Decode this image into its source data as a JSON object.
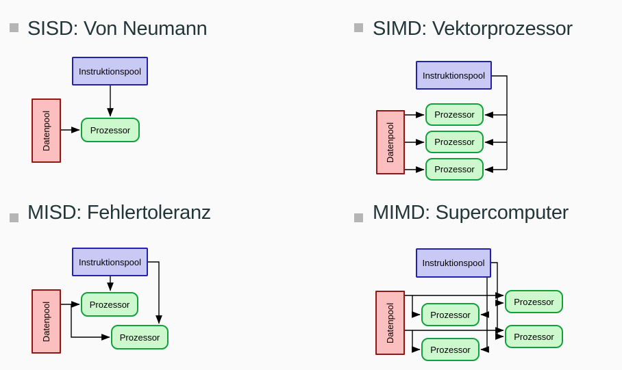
{
  "slide": {
    "background": "#fafafa",
    "title_color": "#23373b",
    "bullet_color": "#b5b5b5",
    "wire_color": "#000000"
  },
  "colors": {
    "instruction_fill": "#c9c9f6",
    "instruction_border": "#2121ad",
    "data_fill": "#fbbfbf",
    "data_border": "#911616",
    "processor_fill": "#cdf7cc",
    "processor_border": "#12a03c"
  },
  "diagrams": [
    {
      "key": "sisd",
      "title": "SISD: Von Neumann",
      "instruction_pool": "Instruktionspool",
      "data_pool": "Datenpool",
      "processors": [
        "Prozessor"
      ]
    },
    {
      "key": "simd",
      "title": "SIMD: Vektorprozessor",
      "instruction_pool": "Instruktionspool",
      "data_pool": "Datenpool",
      "processors": [
        "Prozessor",
        "Prozessor",
        "Prozessor"
      ]
    },
    {
      "key": "misd",
      "title": "MISD: Fehlertoleranz",
      "instruction_pool": "Instruktionspool",
      "data_pool": "Datenpool",
      "processors": [
        "Prozessor",
        "Prozessor"
      ]
    },
    {
      "key": "mimd",
      "title": "MIMD: Supercomputer",
      "instruction_pool": "Instruktionspool",
      "data_pool": "Datenpool",
      "processors": [
        "Prozessor",
        "Prozessor",
        "Prozessor",
        "Prozessor"
      ]
    }
  ]
}
